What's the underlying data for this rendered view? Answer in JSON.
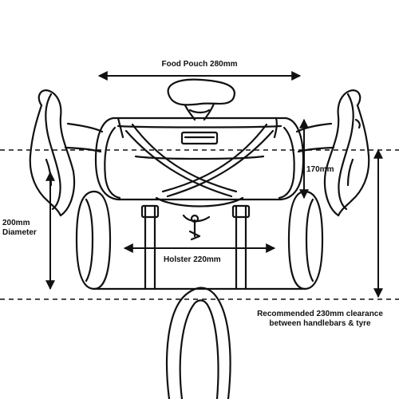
{
  "labels": {
    "food_pouch": "Food Pouch 280mm",
    "food_height": "170mm",
    "diameter_line1": "200mm",
    "diameter_line2": "Diameter",
    "holster": "Holster 220mm",
    "clearance_line1": "Recommended 230mm clearance",
    "clearance_line2": "between handlebars & tyre"
  },
  "colors": {
    "line": "#111111",
    "background": "#ffffff"
  }
}
